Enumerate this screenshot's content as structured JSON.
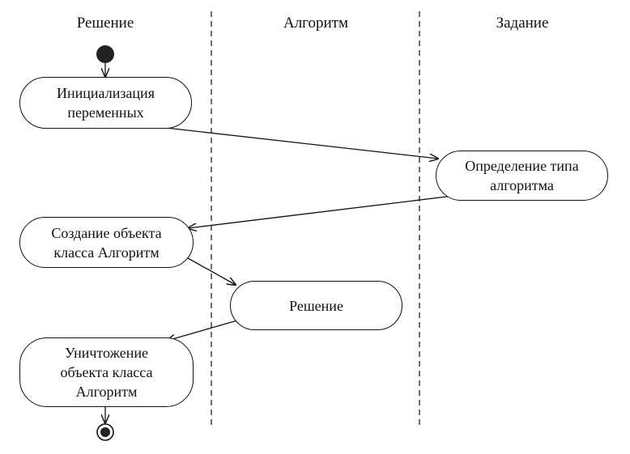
{
  "lanes": [
    {
      "title": "Решение"
    },
    {
      "title": "Алгоритм"
    },
    {
      "title": "Задание"
    }
  ],
  "nodes": {
    "init": {
      "lines": [
        "Инициализация",
        "переменных"
      ]
    },
    "determine": {
      "lines": [
        "Определение типа",
        "алгоритма"
      ]
    },
    "create": {
      "lines": [
        "Создание объекта",
        "класса Алгоритм"
      ]
    },
    "solve": {
      "lines": [
        "Решение"
      ]
    },
    "destroy": {
      "lines": [
        "Уничтожение",
        "объекта класса",
        "Алгоритм"
      ]
    }
  },
  "flow": [
    "start → init",
    "init → determine",
    "determine → create",
    "create → solve",
    "solve → destroy",
    "destroy → end"
  ]
}
